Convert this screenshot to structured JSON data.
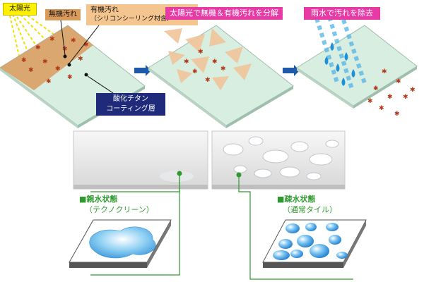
{
  "labels": {
    "sun": "太陽光",
    "inorganic_dirt": "無機汚れ",
    "organic_dirt": "有機汚れ",
    "organic_dirt_note": "（シリコンシーリング材含）",
    "tio2_line1": "酸化チタン",
    "tio2_line2": "コーティング層",
    "step2": "太陽光で無機＆有機汚れを分解",
    "step3": "雨水で汚れを除去",
    "hydrophilic_title": "■親水状態",
    "hydrophilic_sub": "（テクノクリーン）",
    "hydrophobic_title": "■疎水状態",
    "hydrophobic_sub": "（通常タイル）"
  },
  "colors": {
    "panel_green": "#d8eee0",
    "dirt_orange": "#d99a5a",
    "sun_yellow": "#fff200",
    "pink_label": "#e83aa5",
    "navy_label": "#1f2a7a",
    "arrow_blue": "#1f5aa8",
    "green_text": "#2e9a2e",
    "water_blue": "#3aa0e0"
  }
}
